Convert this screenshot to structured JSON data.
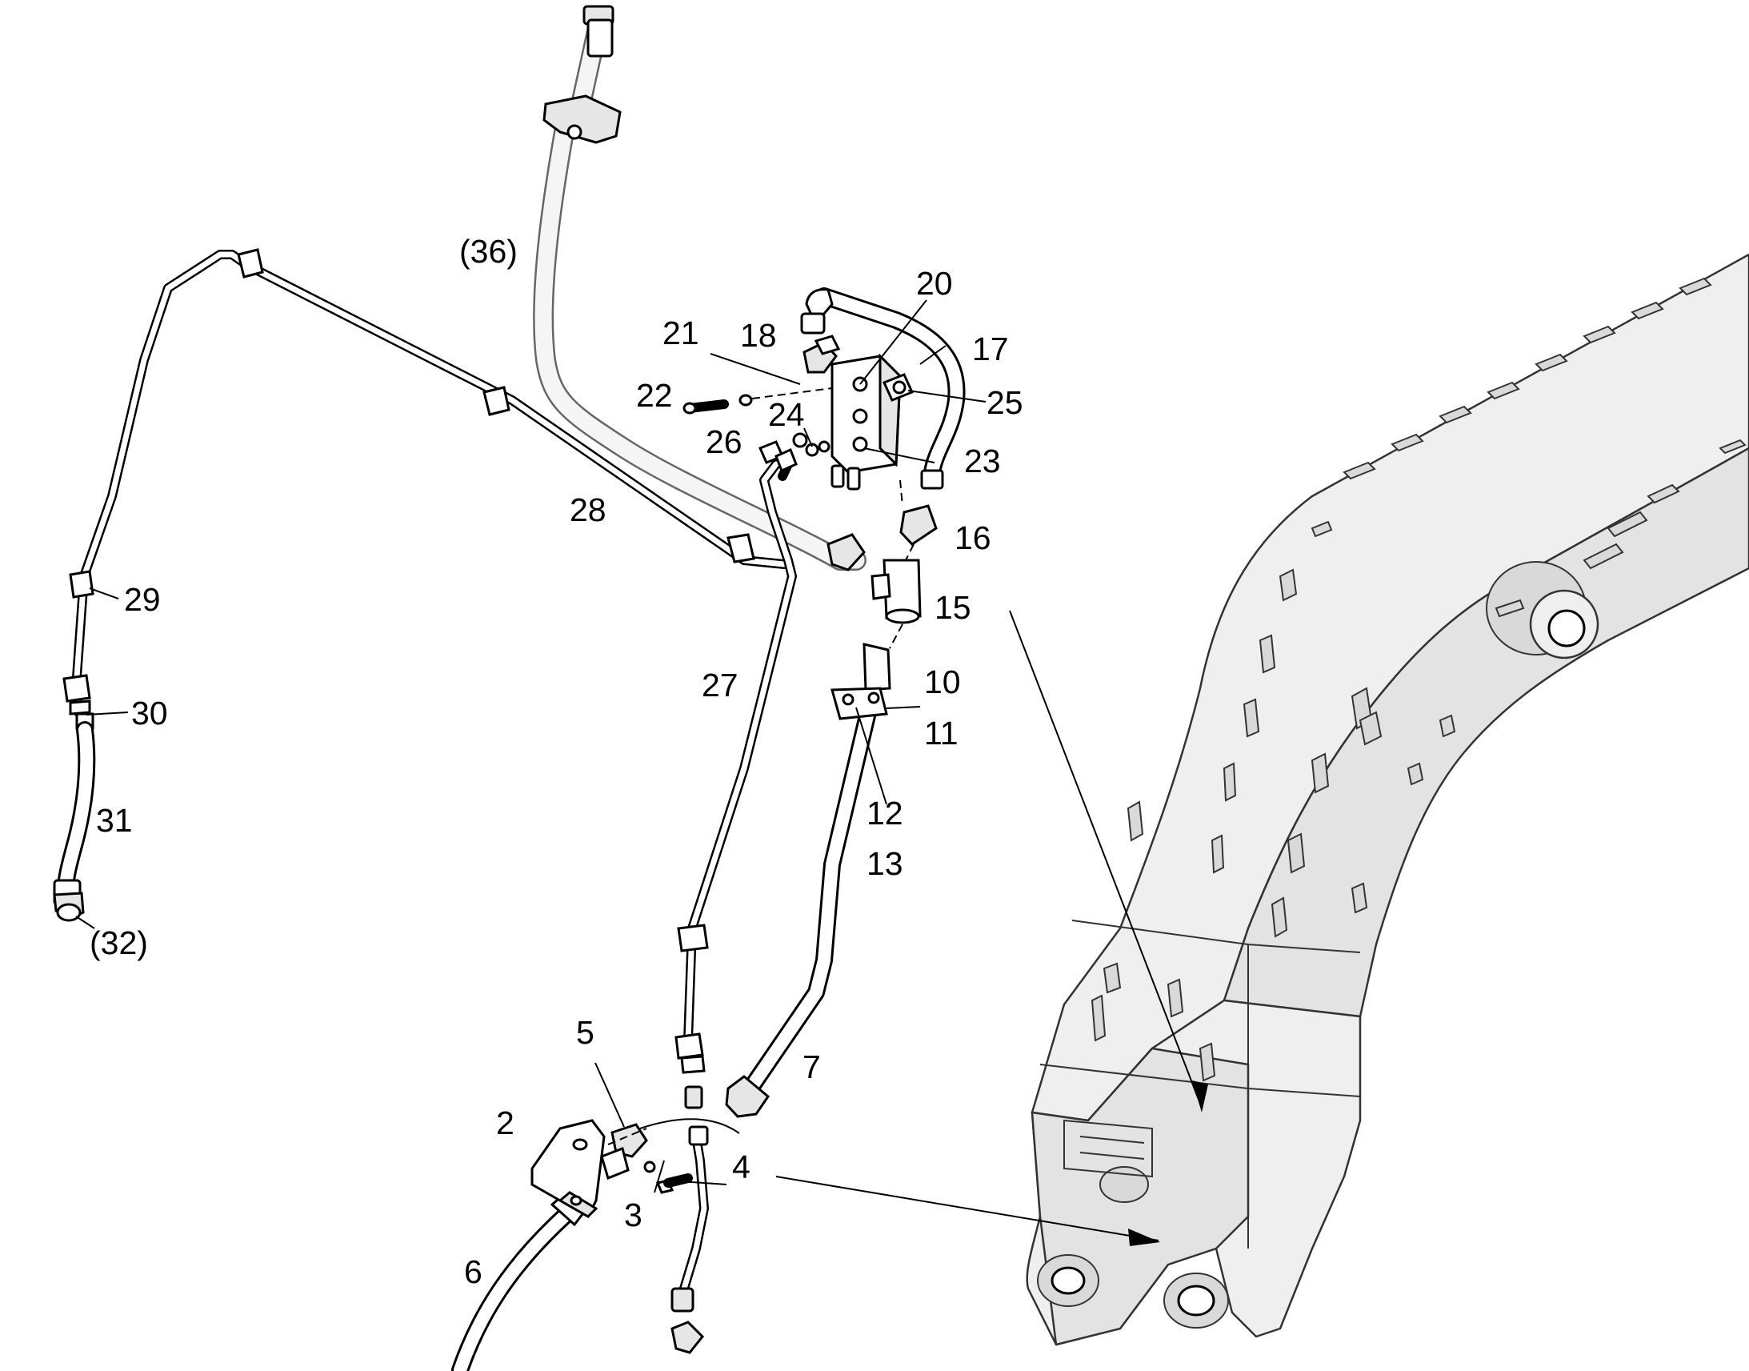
{
  "labels": [
    {
      "id": "2",
      "text": "2"
    },
    {
      "id": "3",
      "text": "3"
    },
    {
      "id": "4",
      "text": "4"
    },
    {
      "id": "5",
      "text": "5"
    },
    {
      "id": "6",
      "text": "6"
    },
    {
      "id": "7",
      "text": "7"
    },
    {
      "id": "10",
      "text": "10"
    },
    {
      "id": "11",
      "text": "11"
    },
    {
      "id": "12",
      "text": "12"
    },
    {
      "id": "13",
      "text": "13"
    },
    {
      "id": "15",
      "text": "15"
    },
    {
      "id": "16",
      "text": "16"
    },
    {
      "id": "17",
      "text": "17"
    },
    {
      "id": "18",
      "text": "18"
    },
    {
      "id": "20",
      "text": "20"
    },
    {
      "id": "21",
      "text": "21"
    },
    {
      "id": "22",
      "text": "22"
    },
    {
      "id": "23",
      "text": "23"
    },
    {
      "id": "24",
      "text": "24"
    },
    {
      "id": "25",
      "text": "25"
    },
    {
      "id": "26",
      "text": "26"
    },
    {
      "id": "27",
      "text": "27"
    },
    {
      "id": "28",
      "text": "28"
    },
    {
      "id": "29",
      "text": "29"
    },
    {
      "id": "30",
      "text": "30"
    },
    {
      "id": "31",
      "text": "31"
    },
    {
      "id": "32",
      "text": "(32)"
    },
    {
      "id": "36",
      "text": "(36)"
    }
  ]
}
